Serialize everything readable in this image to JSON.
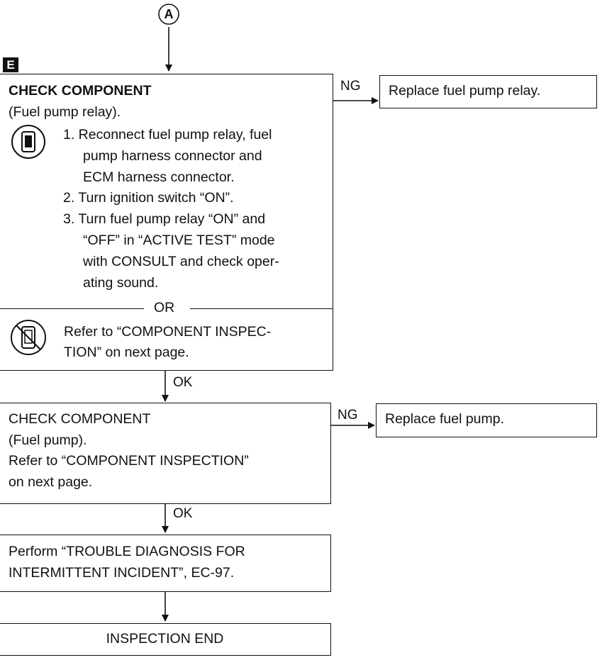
{
  "start_marker": "A",
  "step_marker": "E",
  "step1": {
    "title": "CHECK COMPONENT",
    "subtitle": "(Fuel pump relay).",
    "item1_lines": [
      "1. Reconnect fuel pump relay, fuel",
      "pump harness connector and",
      "ECM harness connector."
    ],
    "item2": "2. Turn ignition switch “ON”.",
    "item3_lines": [
      "3. Turn fuel pump relay “ON” and",
      "“OFF” in “ACTIVE TEST” mode",
      "with CONSULT and check oper-",
      "ating sound."
    ],
    "or": "OR",
    "alt_lines": [
      "Refer to “COMPONENT INSPEC-",
      "TION” on next page."
    ],
    "icons": [
      "consult-tester-icon",
      "no-consult-tester-icon"
    ]
  },
  "result1": {
    "ng": "NG",
    "ng_action": "Replace fuel pump relay.",
    "ok": "OK"
  },
  "step2": {
    "lines": [
      "CHECK COMPONENT",
      "(Fuel pump).",
      "Refer to “COMPONENT INSPECTION”",
      "on next page."
    ]
  },
  "result2": {
    "ng": "NG",
    "ng_action": "Replace fuel pump.",
    "ok": "OK"
  },
  "step3": {
    "lines": [
      "Perform “TROUBLE DIAGNOSIS FOR",
      "INTERMITTENT INCIDENT”, EC-97."
    ]
  },
  "end": "INSPECTION END"
}
